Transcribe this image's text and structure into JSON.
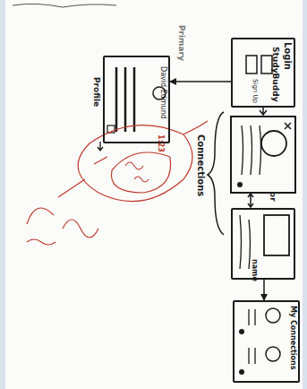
{
  "diagram": {
    "nodes": [
      {
        "text": [
          "Login",
          "StudyBuddy",
          "Sign Up"
        ]
      },
      {
        "text": [
          "Profile",
          "David Edmund"
        ]
      },
      {
        "text": [
          "name"
        ]
      },
      {
        "text": [
          "My Connections"
        ]
      }
    ],
    "edges": [
      {
        "from": 0,
        "to": 1,
        "arrow": "to"
      },
      {
        "from": 2,
        "to": 3,
        "arrow": "to"
      }
    ],
    "labels": [
      "Primary",
      "or",
      "Connections",
      "1:23"
    ]
  }
}
